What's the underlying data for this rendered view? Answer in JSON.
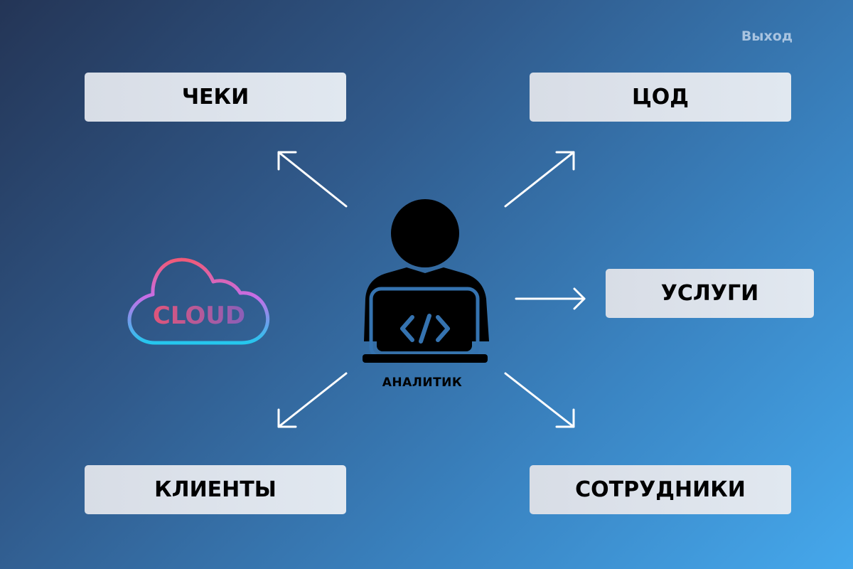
{
  "header": {
    "logout_label": "Выход"
  },
  "tiles": {
    "cheki": "ЧЕКИ",
    "tsod": "ЦОД",
    "uslugi": "УСЛУГИ",
    "klienty": "КЛИЕНТЫ",
    "sotrudniki": "СОТРУДНИКИ"
  },
  "center": {
    "role_label": "АНАЛИТИК",
    "icon": "developer-laptop-icon"
  },
  "cloud": {
    "label": "CLOUD",
    "icon": "cloud-icon"
  },
  "colors": {
    "background_start": "#243556",
    "background_end": "#45a8ec",
    "tile_background": "#dfe5ee",
    "arrow": "#ffffff",
    "cloud_gradient_start": "#f05a78",
    "cloud_gradient_mid": "#c66ee8",
    "cloud_gradient_end": "#24c7ee",
    "logout_text": "#a9c4e0",
    "code_symbol": "#3573b0"
  }
}
